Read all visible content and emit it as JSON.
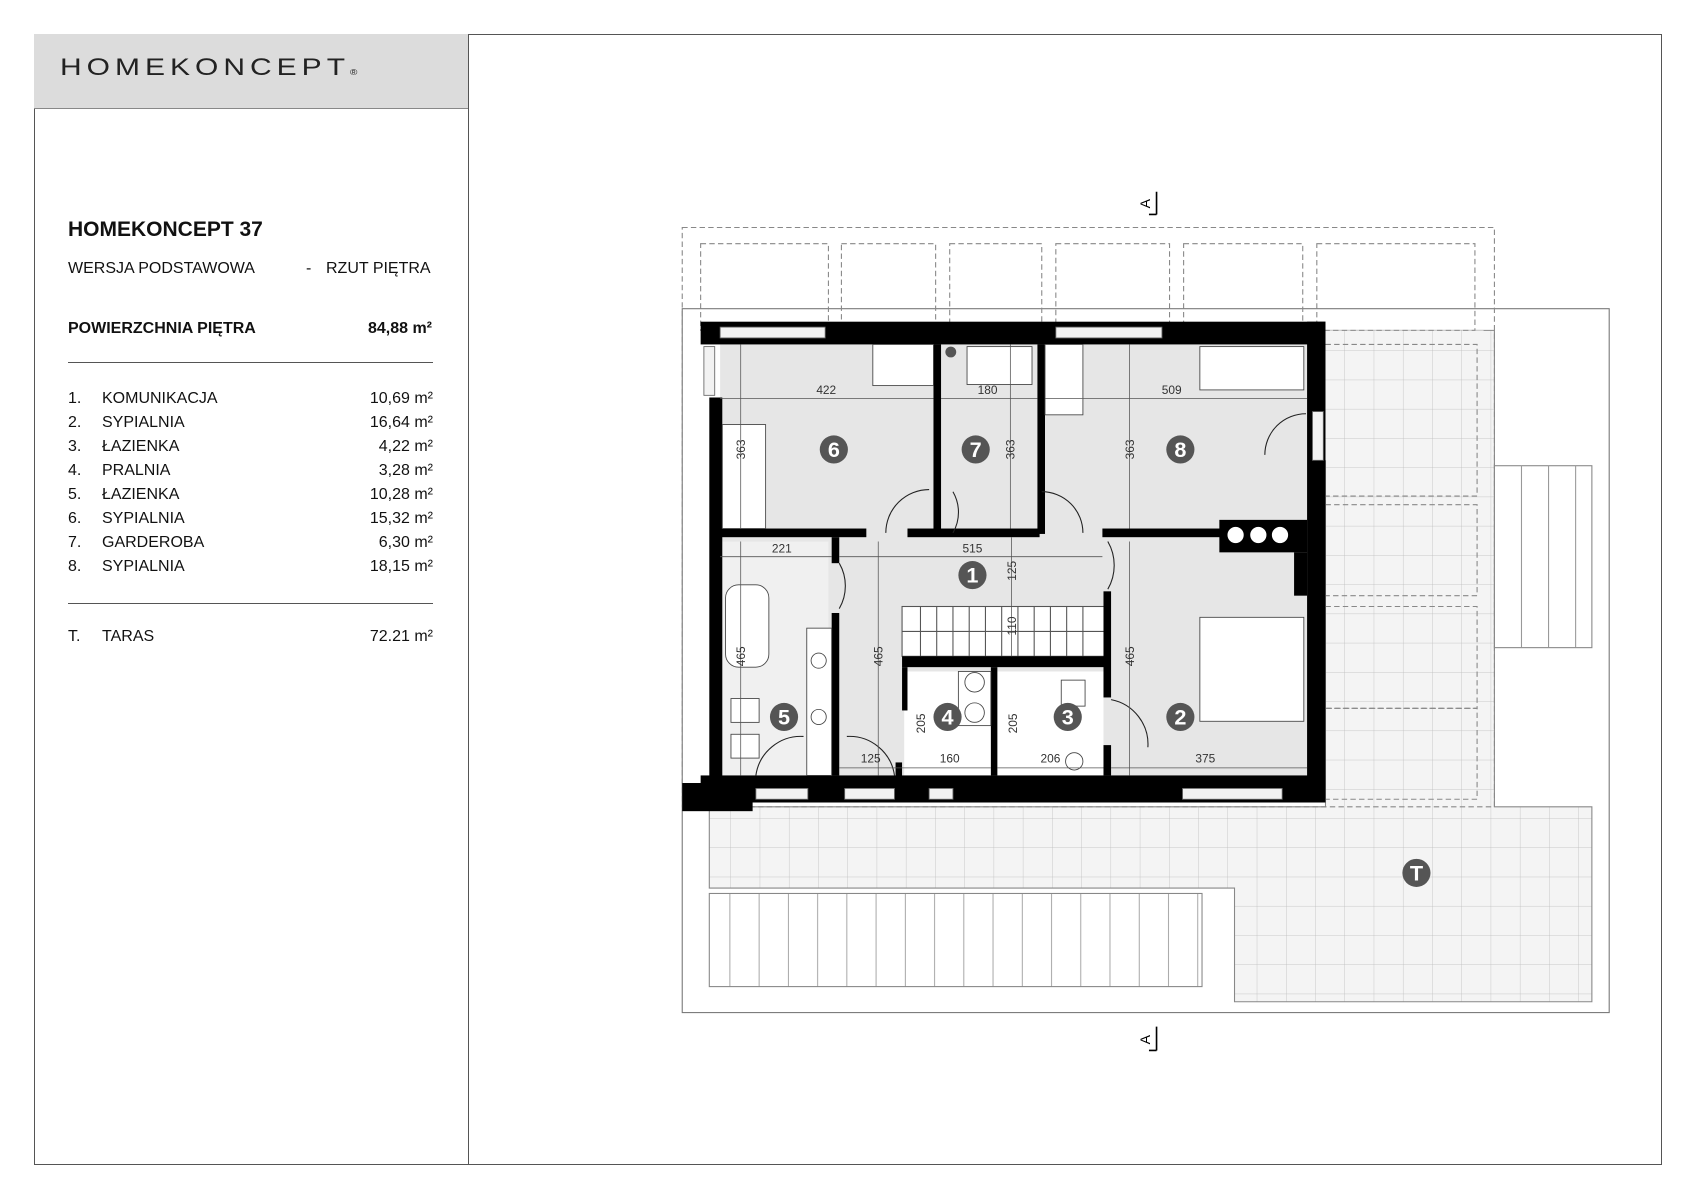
{
  "brand": {
    "logo_text": "HOMEKONCEPT",
    "registered": "®"
  },
  "project": {
    "title": "HOMEKONCEPT 37",
    "version": "WERSJA  PODSTAWOWA",
    "separator": "-",
    "view": "RZUT PIĘTRA",
    "area_label": "POWIERZCHNIA PIĘTRA",
    "area_value": "84,88 m²"
  },
  "rooms": [
    {
      "no": "1.",
      "name": "KOMUNIKACJA",
      "area": "10,69 m²"
    },
    {
      "no": "2.",
      "name": "SYPIALNIA",
      "area": "16,64 m²"
    },
    {
      "no": "3.",
      "name": "ŁAZIENKA",
      "area": "4,22 m²"
    },
    {
      "no": "4.",
      "name": "PRALNIA",
      "area": "3,28 m²"
    },
    {
      "no": "5.",
      "name": "ŁAZIENKA",
      "area": "10,28 m²"
    },
    {
      "no": "6.",
      "name": "SYPIALNIA",
      "area": "15,32 m²"
    },
    {
      "no": "7.",
      "name": "GARDEROBA",
      "area": "6,30 m²"
    },
    {
      "no": "8.",
      "name": "SYPIALNIA",
      "area": "18,15 m²"
    }
  ],
  "terrace": {
    "no": "T.",
    "name": "TARAS",
    "area": "72.21 m²"
  },
  "plan": {
    "section_mark": "A",
    "markers": [
      "1",
      "2",
      "3",
      "4",
      "5",
      "6",
      "7",
      "8",
      "T"
    ],
    "dimensions": {
      "d422": "422",
      "d180": "180",
      "d509": "509",
      "d363a": "363",
      "d363b": "363",
      "d363c": "363",
      "d221": "221",
      "d515": "515",
      "d125v": "125",
      "d110": "110",
      "d465a": "465",
      "d465b": "465",
      "d465c": "465",
      "d205a": "205",
      "d205b": "205",
      "d125h": "125",
      "d160": "160",
      "d206": "206",
      "d375": "375"
    }
  }
}
